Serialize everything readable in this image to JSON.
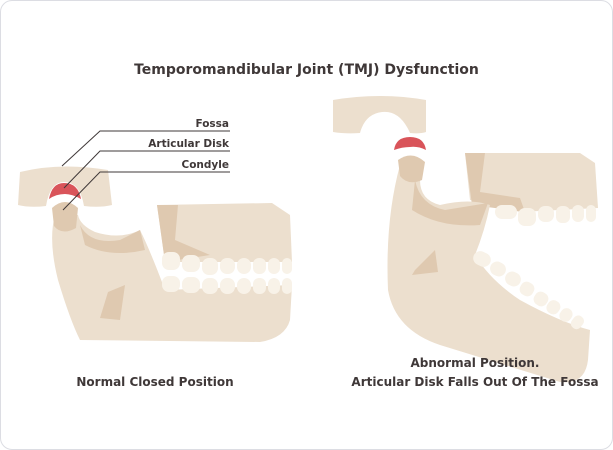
{
  "title": "Temporomandibular Joint (TMJ) Dysfunction",
  "labels": {
    "fossa": "Fossa",
    "articular_disk": "Articular Disk",
    "condyle": "Condyle"
  },
  "captions": {
    "normal": "Normal Closed Position",
    "abnormal_line1": "Abnormal Position.",
    "abnormal_line2": "Articular Disk Falls Out Of The Fossa"
  },
  "colors": {
    "bone": "#ecdfce",
    "bone_dark": "#dfc9b0",
    "teeth": "#f8f2e8",
    "disk": "#d9545a",
    "text": "#3f3838"
  }
}
